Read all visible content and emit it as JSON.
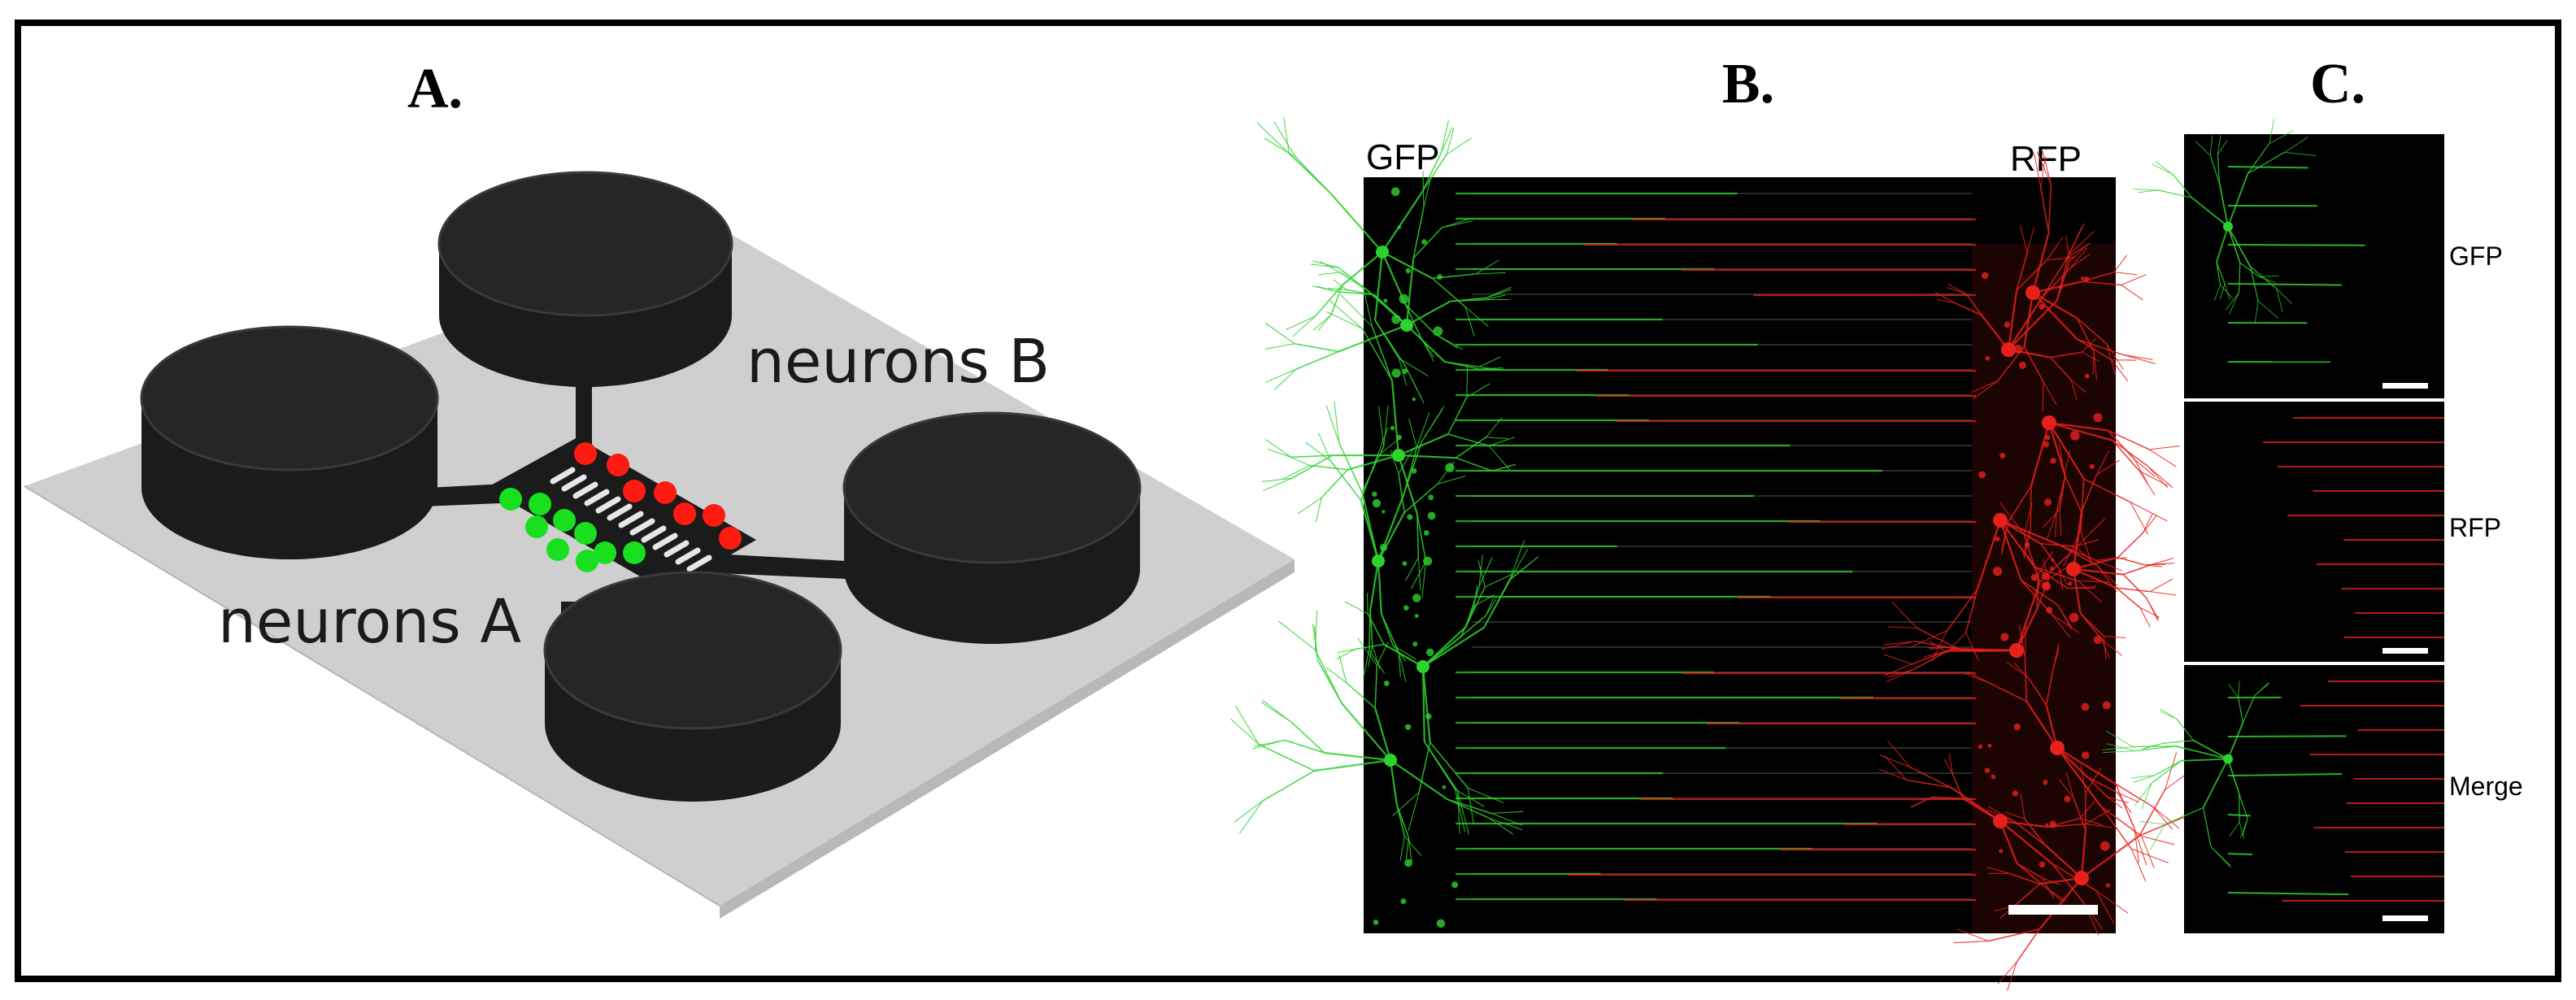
{
  "panels": {
    "a": {
      "letter": "A.",
      "labels": {
        "neurons_b": "neurons B",
        "neurons_a": "neurons A"
      }
    },
    "b": {
      "letter": "B.",
      "left_label": "GFP",
      "right_label": "RFP"
    },
    "c": {
      "letter": "C.",
      "rows": [
        "GFP",
        "RFP",
        "Merge"
      ]
    }
  },
  "colors": {
    "frame": "#000000",
    "plate": "#cfcfcf",
    "reservoir": "#1b1b1b",
    "neuron_a": "#19e01e",
    "neuron_b": "#ff1a12",
    "gfp_signal": "#2ed22e",
    "rfp_signal": "#e8201c"
  }
}
